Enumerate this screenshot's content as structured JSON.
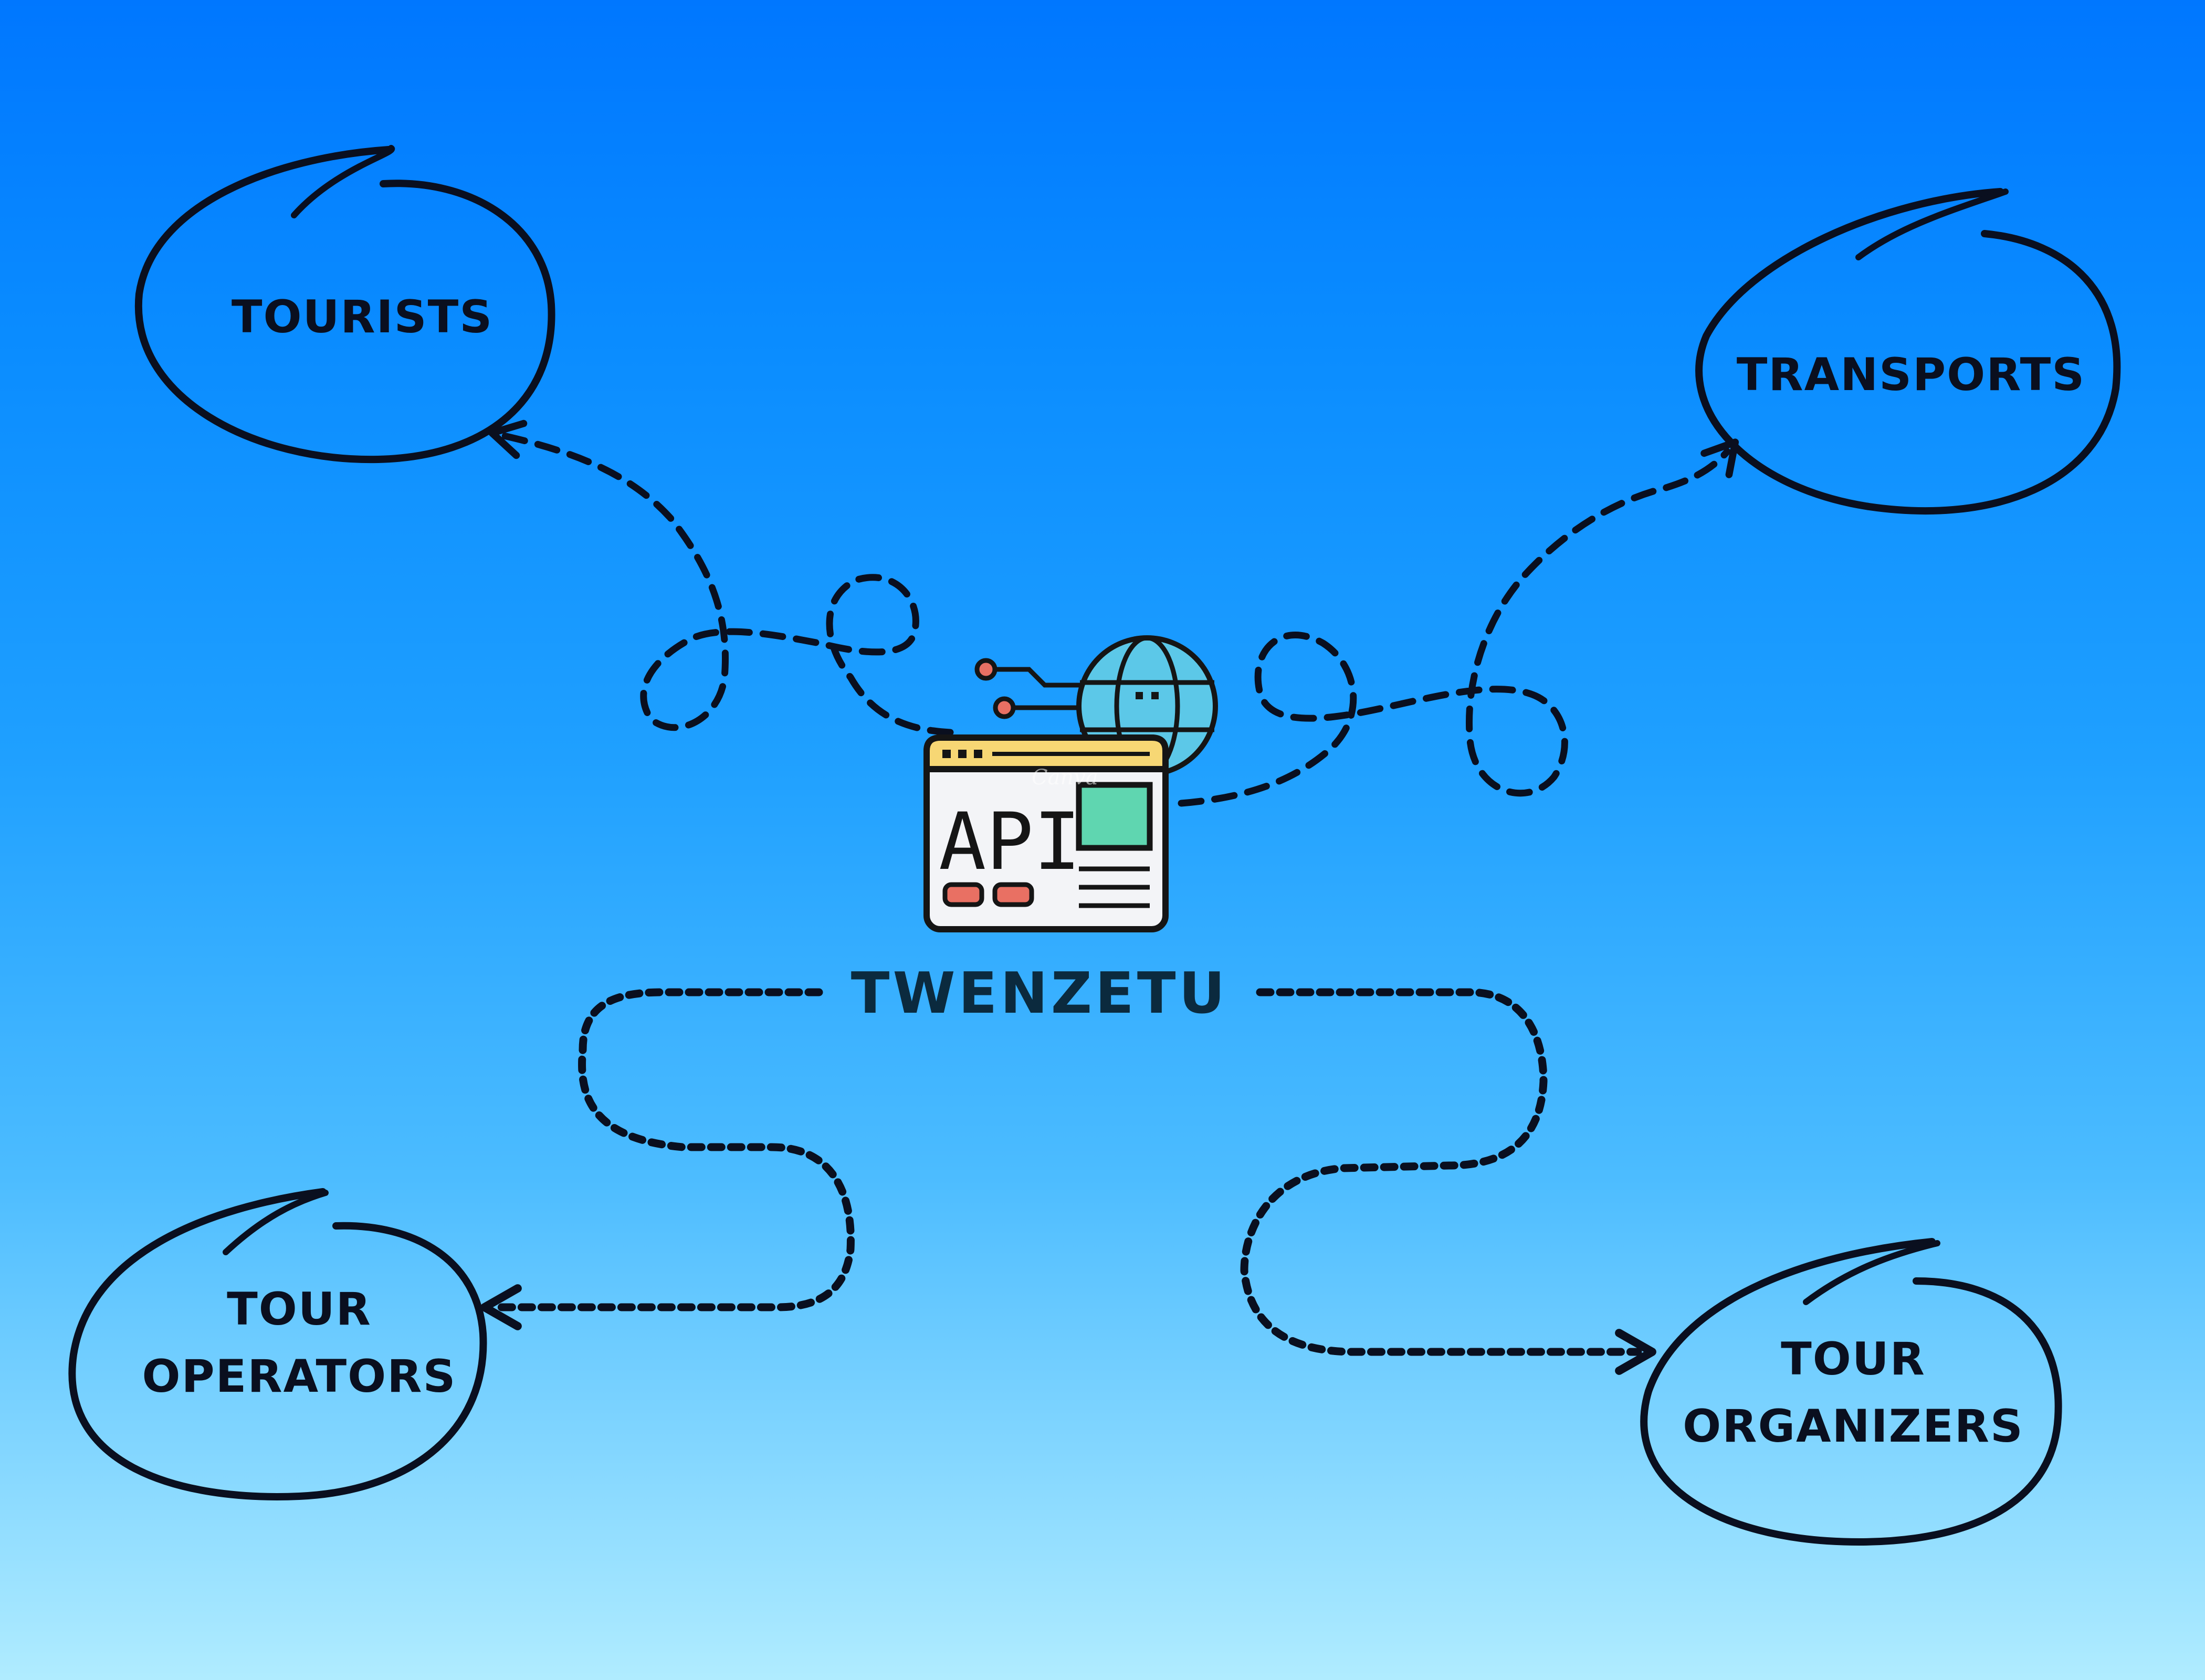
{
  "center": {
    "brand": "TWENZETU",
    "icon_text": "API",
    "watermark": "Canva"
  },
  "nodes": {
    "tourists": {
      "line1": "TOURISTS",
      "line2": ""
    },
    "transports": {
      "line1": "TRANSPORTS",
      "line2": ""
    },
    "tour_operators": {
      "line1": "TOUR",
      "line2": "OPERATORS"
    },
    "tour_organizers": {
      "line1": "TOUR",
      "line2": "ORGANIZERS"
    }
  },
  "connections": [
    {
      "from": "TWENZETU",
      "to": "TOURISTS"
    },
    {
      "from": "TWENZETU",
      "to": "TRANSPORTS"
    },
    {
      "from": "TWENZETU",
      "to": "TOUR OPERATORS"
    },
    {
      "from": "TWENZETU",
      "to": "TOUR ORGANIZERS"
    }
  ],
  "colors": {
    "background_top": "#0077ff",
    "background_bottom": "#b0ecff",
    "ink": "#0a0f1f",
    "brand_text": "#0b2a3e",
    "icon_window_bar": "#f7d774",
    "icon_screen": "#5fd6b0",
    "icon_globe": "#5cc8e8",
    "icon_buttons": "#e97063"
  }
}
